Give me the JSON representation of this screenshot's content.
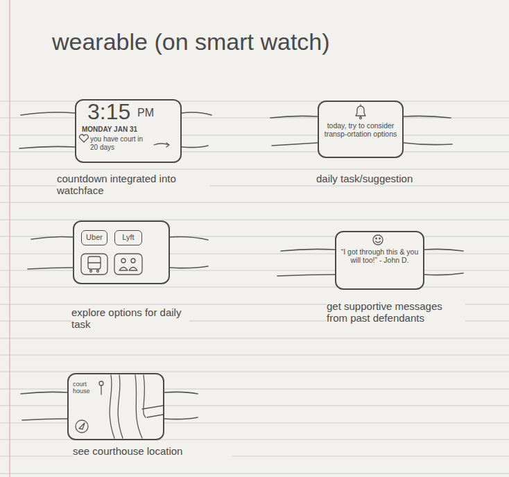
{
  "diagram": {
    "title": "wearable (on smart watch)",
    "nodes": [
      {
        "text": [
          "3:15",
          "PM",
          "MONDAY JAN 31",
          "you have court in 20 days",
          "countdown integrated into watchface"
        ]
      },
      {
        "text": [
          "today, try to consider transp-ortation options",
          "daily task/suggestion"
        ]
      },
      {
        "text": [
          "explore options for daily task"
        ]
      },
      {
        "text": [
          "Uber"
        ],
        "in": 2
      },
      {
        "text": [
          "Lyft"
        ],
        "in": 2
      },
      {
        "text": [
          "“I got through this & you will too!” - John D.",
          "get supportive messages from past defendants"
        ]
      },
      {
        "text": [
          "court house",
          "see courthouse location"
        ]
      }
    ]
  }
}
